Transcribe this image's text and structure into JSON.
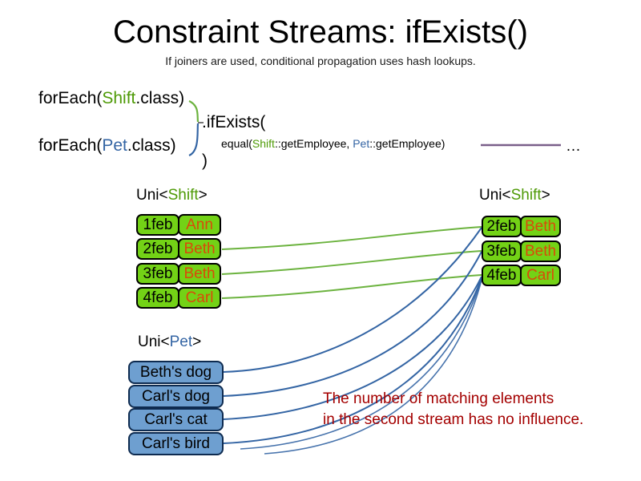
{
  "slide": {
    "title": "Constraint Streams: ifExists()",
    "subtitle": "If joiners are used, conditional propagation uses hash lookups."
  },
  "code": {
    "line1_prefix": "forEach(",
    "line1_type": "Shift",
    "line1_suffix": ".class)",
    "line2_prefix": "forEach(",
    "line2_type": "Pet",
    "line2_suffix": ".class)",
    "method": ".ifExists(",
    "joiner_prefix": "equal(",
    "joiner_type1": "Shift",
    "joiner_mid": "::getEmployee, ",
    "joiner_type2": "Pet",
    "joiner_suffix": "::getEmployee)",
    "close_paren": ")",
    "ellipsis": "…"
  },
  "left_stream": {
    "label_prefix": "Uni<",
    "label_type": "Shift",
    "label_suffix": ">",
    "rows": [
      {
        "date": "1feb",
        "name": "Ann"
      },
      {
        "date": "2feb",
        "name": "Beth"
      },
      {
        "date": "3feb",
        "name": "Beth"
      },
      {
        "date": "4feb",
        "name": "Carl"
      }
    ]
  },
  "right_stream": {
    "label_prefix": "Uni<",
    "label_type": "Shift",
    "label_suffix": ">",
    "rows": [
      {
        "date": "2feb",
        "name": "Beth"
      },
      {
        "date": "3feb",
        "name": "Beth"
      },
      {
        "date": "4feb",
        "name": "Carl"
      }
    ]
  },
  "pet_stream": {
    "label_prefix": "Uni<",
    "label_type": "Pet",
    "label_suffix": ">",
    "rows": [
      {
        "text": "Beth's dog"
      },
      {
        "text": "Carl's dog"
      },
      {
        "text": "Carl's cat"
      },
      {
        "text": "Carl's bird"
      }
    ]
  },
  "note": {
    "line1": "The number of matching elements",
    "line2": "in the second stream has no influence."
  },
  "colors": {
    "shift_green": "#73d216",
    "shift_green_text": "#4e9a06",
    "pet_blue": "#6e9fd0",
    "pet_blue_text": "#3465a4",
    "name_orange": "#d94a0a",
    "note_red": "#a40000",
    "connector_purple": "#7a5f8a",
    "green_wire": "#6cb33f",
    "blue_wire": "#3465a4"
  }
}
